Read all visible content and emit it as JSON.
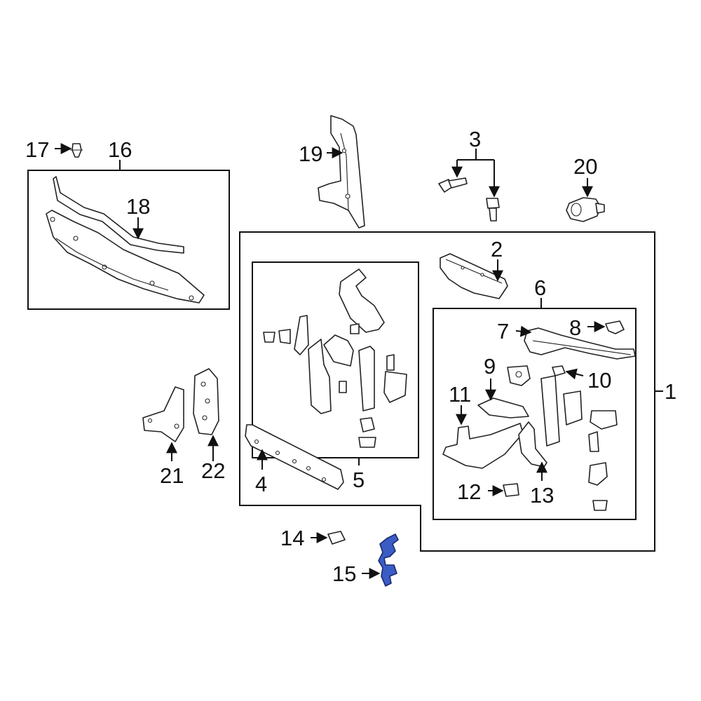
{
  "diagram": {
    "highlight_color": "#3a5cc4",
    "callouts": {
      "c1": "1",
      "c2": "2",
      "c3": "3",
      "c4": "4",
      "c5": "5",
      "c6": "6",
      "c7": "7",
      "c8": "8",
      "c9": "9",
      "c10": "10",
      "c11": "11",
      "c12": "12",
      "c13": "13",
      "c14": "14",
      "c15": "15",
      "c16": "16",
      "c17": "17",
      "c18": "18",
      "c19": "19",
      "c20": "20",
      "c21": "21",
      "c22": "22"
    },
    "highlighted_part": "15"
  }
}
